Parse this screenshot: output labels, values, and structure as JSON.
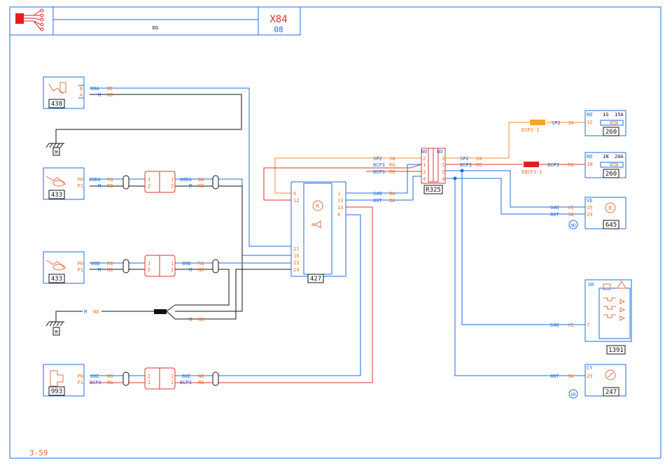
{
  "title_block": {
    "center_text": "DG",
    "vehicle": "X84",
    "revision": "08"
  },
  "page_number": "3-59",
  "colors": {
    "frame": "#1b6ee6",
    "wire_blue": "#1b6ee6",
    "wire_black": "#111111",
    "wire_red": "#e03030",
    "wire_orange": "#f08a30",
    "fuse_orange": "#f5a623",
    "fuse_red": "#e02020",
    "connector_black": "#111111"
  },
  "components": {
    "c438": {
      "number": "438",
      "pins": [
        "B",
        "A"
      ],
      "wires": [
        "80A",
        "M"
      ],
      "colors": [
        "BE",
        "NO"
      ]
    },
    "c433a": {
      "number": "433",
      "pins": [
        "P0",
        "P1"
      ],
      "wires": [
        "80DA",
        "M"
      ],
      "colors": [
        "RG",
        "NO"
      ]
    },
    "c433b": {
      "number": "433",
      "pins": [
        "P0",
        "P1"
      ],
      "wires": [
        "80D",
        "M"
      ],
      "colors": [
        "RG",
        "NO"
      ]
    },
    "c993": {
      "number": "993",
      "pins": [
        "P0",
        "P1"
      ],
      "wires": [
        "80E",
        "BCP3"
      ],
      "colors": [
        "NO",
        "RG"
      ]
    },
    "c427": {
      "number": "427",
      "left_pins": [
        "6",
        "12",
        "21",
        "16",
        "23",
        "24"
      ],
      "right_pins": [
        "1",
        "13",
        "14",
        "8"
      ]
    },
    "r325": {
      "number": "R325",
      "top_left": "NO",
      "top_right": "NO",
      "left_pins": [
        "2",
        "1",
        "3",
        "4"
      ],
      "right_pins": [
        "2",
        "1",
        "3",
        "4"
      ]
    },
    "c260a": {
      "number": "260",
      "prefix": "NO",
      "pin": "1G",
      "fuse": "1G",
      "rating": "15A"
    },
    "c260b": {
      "number": "260",
      "prefix": "NO",
      "pin": "1N",
      "fuse": "1N",
      "rating": "20A"
    },
    "c645": {
      "number": "645",
      "prefix": "VE",
      "pins": [
        "35",
        "29"
      ]
    },
    "c1391": {
      "number": "1391",
      "prefix": "GR",
      "pin": "7"
    },
    "c247": {
      "number": "247",
      "prefix": "CY",
      "pin": "29"
    }
  },
  "connectors": {
    "conn_a": {
      "left": [
        "1",
        "2"
      ],
      "right": [
        "1",
        "2"
      ],
      "out_wires": [
        "80DA",
        "M"
      ],
      "out_colors": [
        "BA",
        "NO"
      ]
    },
    "conn_b": {
      "left": [
        "1",
        "2"
      ],
      "right": [
        "1",
        "2"
      ],
      "out_wires": [
        "80D",
        "M"
      ],
      "out_colors": [
        "RG",
        "NO"
      ]
    },
    "conn_c": {
      "left": [
        "2",
        "1"
      ],
      "right": [
        "2",
        "1"
      ],
      "out_wires": [
        "80E",
        "BCP3"
      ],
      "out_colors": [
        "NO",
        "RG"
      ]
    }
  },
  "ground_labels": [
    "M",
    "M"
  ],
  "wire_labels": {
    "m": "M",
    "no": "NO",
    "sp2": "SP2",
    "ja": "JA",
    "bcp3": "BCP3",
    "rg": "RG",
    "w64q": "64Q",
    "w80t": "80T",
    "ba": "BA",
    "vi": "VI",
    "sa": "SA",
    "esp2": "ESP2-1",
    "ebcp3": "EBCP3-1"
  },
  "badges": {
    "no": "NO",
    "gr": "GR"
  }
}
